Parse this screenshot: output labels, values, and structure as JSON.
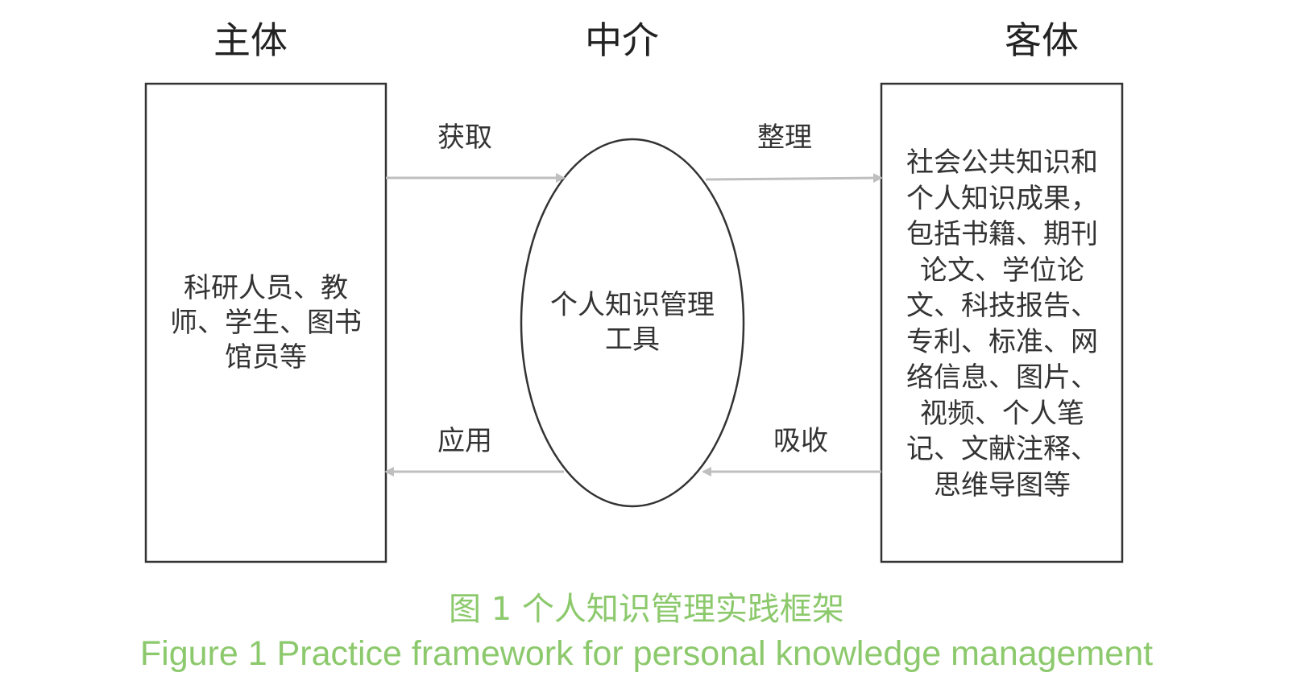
{
  "headers": {
    "subject": "主体",
    "intermediary": "中介",
    "object": "客体"
  },
  "arrows": {
    "acquire": "获取",
    "organize": "整理",
    "apply": "应用",
    "absorb": "吸收"
  },
  "subject_box": {
    "lines": [
      "科研人员、教",
      "师、学生、图书",
      "馆员等"
    ]
  },
  "tool_ellipse": {
    "lines": [
      "个人知识管理",
      "工具"
    ]
  },
  "object_box": {
    "lines": [
      "社会公共知识和",
      "个人知识成果，",
      "包括书籍、期刊",
      "论文、学位论",
      "文、科技报告、",
      "专利、标准、网",
      "络信息、图片、",
      "视频、个人笔",
      "记、文献注释、",
      "思维导图等"
    ]
  },
  "caption": {
    "zh": "图 1  个人知识管理实践框架",
    "en": "Figure 1  Practice framework for personal knowledge management"
  },
  "colors": {
    "stroke": "#333333",
    "arrow": "#bfbfbf",
    "caption": "#8cc96c"
  }
}
